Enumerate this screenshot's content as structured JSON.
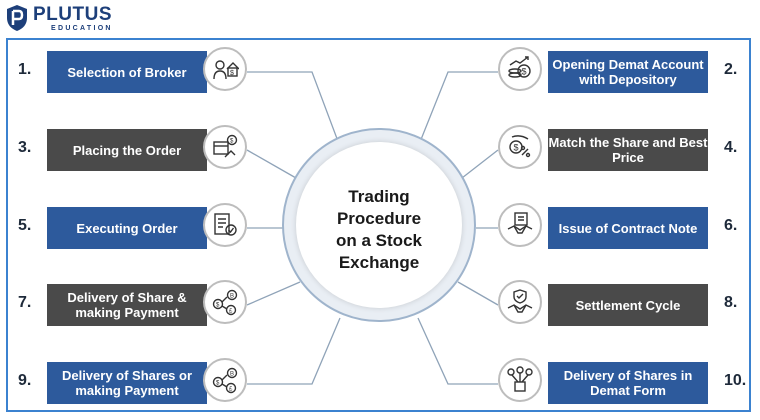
{
  "brand": {
    "name": "PLUTUS",
    "tagline": "EDUCATION",
    "color": "#1d3f7a"
  },
  "center": {
    "lines": [
      "Trading",
      "Procedure",
      "on a Stock",
      "Exchange"
    ]
  },
  "colors": {
    "blue": "#2d5a9c",
    "gray": "#4a4a4a",
    "frame": "#3b82d0",
    "connector": "#8fa3b8"
  },
  "steps": [
    {
      "num": "1.",
      "label": "Selection of Broker",
      "icon": "broker-icon"
    },
    {
      "num": "2.",
      "label": "Opening Demat Account with Depository",
      "icon": "coins-growth-icon"
    },
    {
      "num": "3.",
      "label": "Placing the Order",
      "icon": "order-box-icon"
    },
    {
      "num": "4.",
      "label": "Match the Share and Best Price",
      "icon": "price-match-icon"
    },
    {
      "num": "5.",
      "label": "Executing Order",
      "icon": "checklist-icon"
    },
    {
      "num": "6.",
      "label": "Issue of Contract Note",
      "icon": "handshake-contract-icon"
    },
    {
      "num": "7.",
      "label": "Delivery of Share & making Payment",
      "icon": "currency-exchange-icon"
    },
    {
      "num": "8.",
      "label": "Settlement Cycle",
      "icon": "handshake-shield-icon"
    },
    {
      "num": "9.",
      "label": "Delivery of Shares or making Payment",
      "icon": "currency-exchange-icon"
    },
    {
      "num": "10.",
      "label": "Delivery of Shares in Demat Form",
      "icon": "network-box-icon"
    }
  ]
}
